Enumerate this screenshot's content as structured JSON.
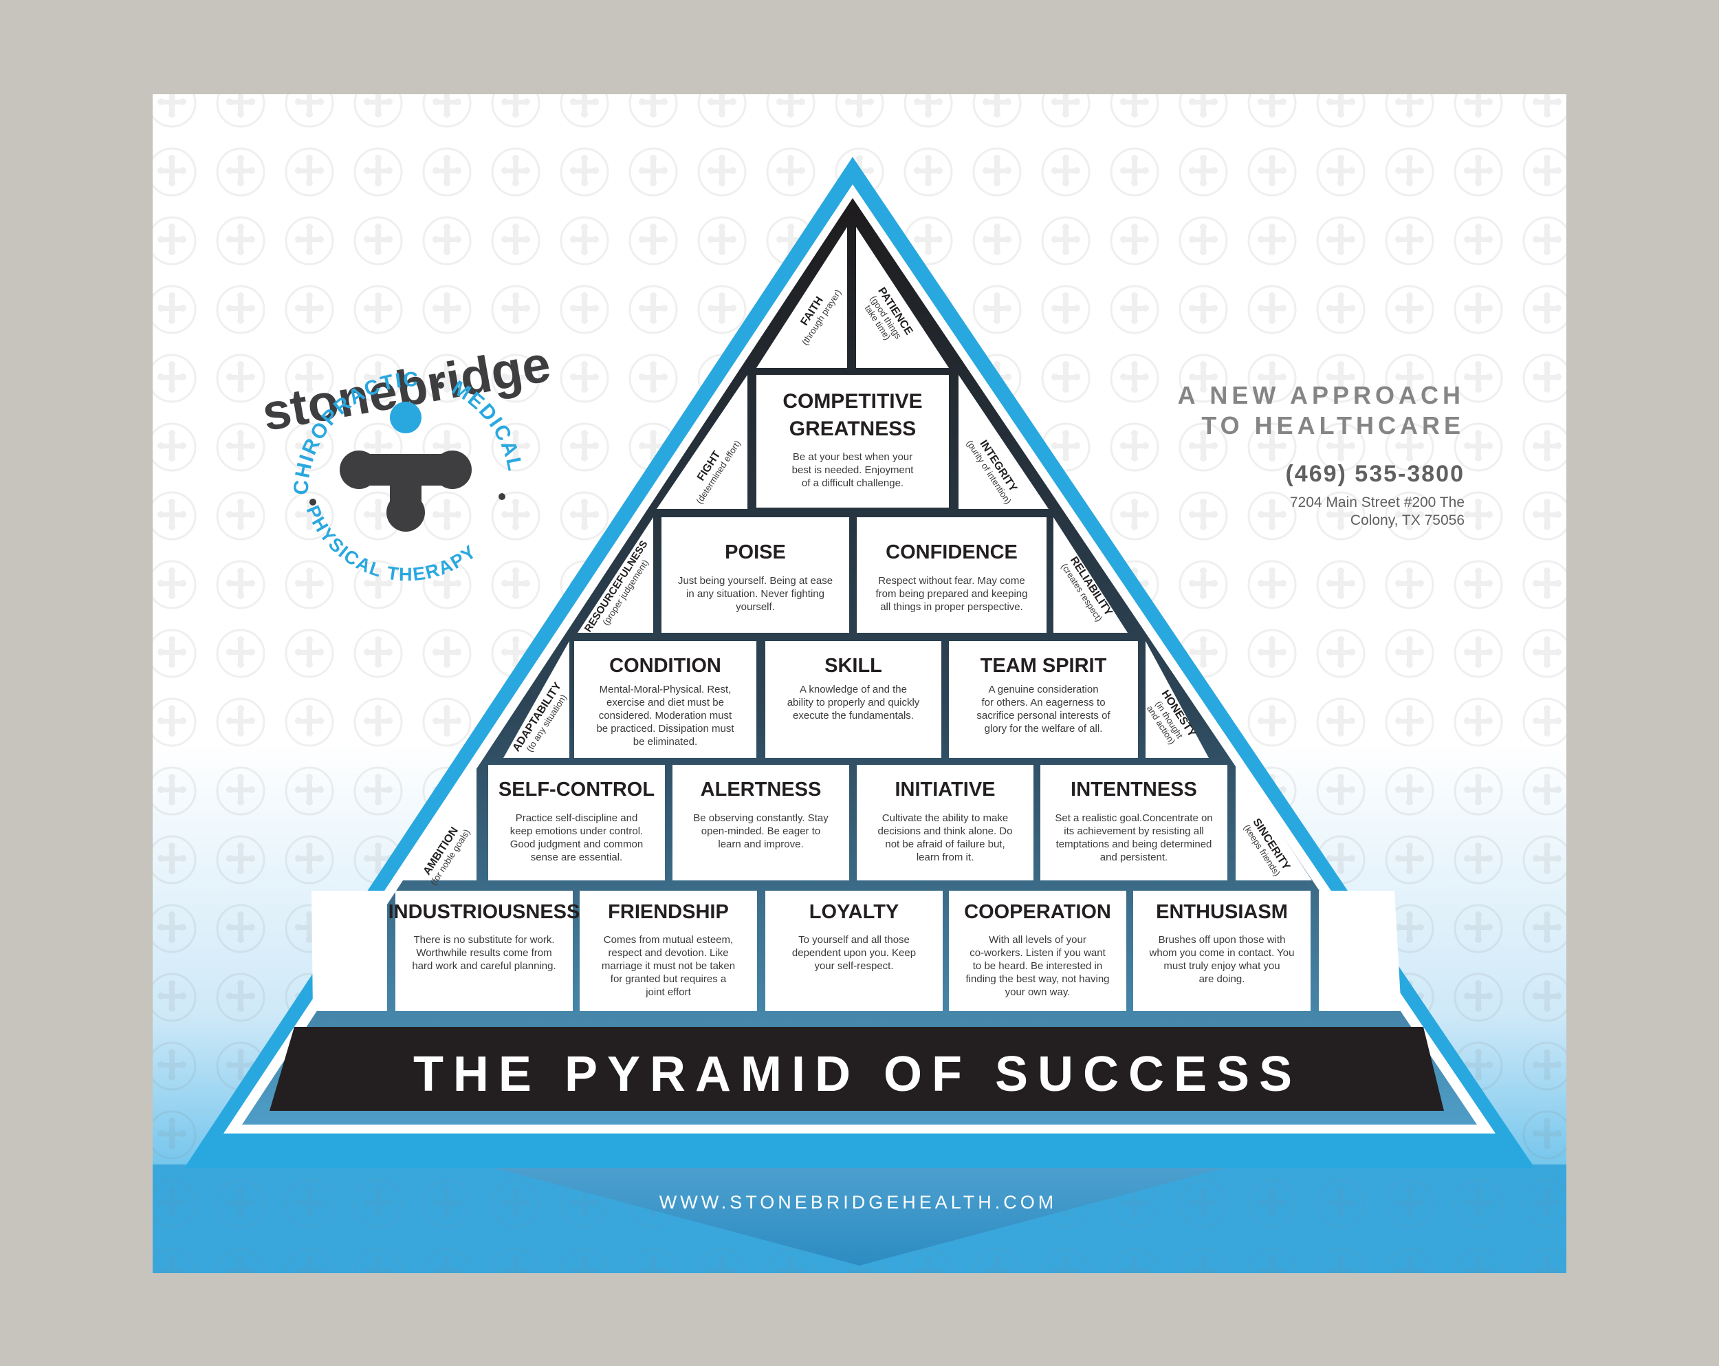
{
  "brand": {
    "name": "stonebridge",
    "ring_top": "CHIROPRACTIC",
    "ring_right": "MEDICAL",
    "ring_bottom": "PHYSICAL THERAPY",
    "watermark_word": "stonebridge"
  },
  "contact": {
    "tagline_1": "A NEW APPROACH",
    "tagline_2": "TO HEALTHCARE",
    "phone": "(469) 535-3800",
    "address_1": "7204 Main Street #200 The",
    "address_2": "Colony, TX 75056"
  },
  "pyramid": {
    "title": "THE PYRAMID OF SUCCESS",
    "row1": [
      {
        "title": "INDUSTRIOUSNESS",
        "desc": [
          "There is no substitute for work.",
          "Worthwhile results come from",
          "hard work and careful planning."
        ]
      },
      {
        "title": "FRIENDSHIP",
        "desc": [
          "Comes from mutual esteem,",
          "respect and devotion. Like",
          "marriage it must not be taken",
          "for granted but requires a",
          "joint effort"
        ]
      },
      {
        "title": "LOYALTY",
        "desc": [
          "To yourself and all those",
          "dependent upon you. Keep",
          "your self-respect."
        ]
      },
      {
        "title": "COOPERATION",
        "desc": [
          "With all levels of your",
          "co-workers. Listen if you want",
          "to be heard. Be interested in",
          "finding the best way, not having",
          "your own way."
        ]
      },
      {
        "title": "ENTHUSIASM",
        "desc": [
          "Brushes off upon those with",
          "whom you come in contact. You",
          "must truly enjoy what you",
          "are doing."
        ]
      }
    ],
    "row2": [
      {
        "title": "SELF-CONTROL",
        "desc": [
          "Practice self-discipline and",
          "keep emotions under control.",
          "Good judgment and common",
          "sense are essential."
        ]
      },
      {
        "title": "ALERTNESS",
        "desc": [
          "Be observing constantly. Stay",
          "open-minded. Be eager to",
          "learn and improve."
        ]
      },
      {
        "title": "INITIATIVE",
        "desc": [
          "Cultivate the ability to make",
          "decisions and think alone. Do",
          "not be afraid of failure but,",
          "learn from it."
        ]
      },
      {
        "title": "INTENTNESS",
        "desc": [
          "Set a realistic goal.Concentrate on",
          "its achievement by resisting all",
          "temptations and being determined",
          "and persistent."
        ]
      }
    ],
    "row3": [
      {
        "title": "CONDITION",
        "desc": [
          "Mental-Moral-Physical. Rest,",
          "exercise and diet must be",
          "considered. Moderation must",
          "be practiced. Dissipation must",
          "be eliminated."
        ]
      },
      {
        "title": "SKILL",
        "desc": [
          "A knowledge of and the",
          "ability to properly and quickly",
          "execute the fundamentals."
        ]
      },
      {
        "title": "TEAM SPIRIT",
        "desc": [
          "A genuine consideration",
          "for others. An eagerness to",
          "sacrifice personal interests of",
          "glory for the welfare of all."
        ]
      }
    ],
    "row4": [
      {
        "title": "POISE",
        "desc": [
          "Just being yourself. Being at ease",
          "in any situation. Never fighting",
          "yourself."
        ]
      },
      {
        "title": "CONFIDENCE",
        "desc": [
          "Respect without fear. May come",
          "from being prepared and keeping",
          "all things in proper perspective."
        ]
      }
    ],
    "row5": [
      {
        "title": "COMPETITIVE",
        "title2": "GREATNESS",
        "desc": [
          "Be at your best when your",
          "best is needed. Enjoyment",
          "of a difficult challenge."
        ]
      }
    ],
    "sides": {
      "ambition": {
        "title": "AMBITION",
        "sub": "(for noble goals)"
      },
      "sincerity": {
        "title": "SINCERITY",
        "sub": "(keeps friends)"
      },
      "adaptability": {
        "title": "ADAPTABILITY",
        "sub": "(to any situation)"
      },
      "honesty": {
        "title": "HONESTY",
        "sub1": "(in thought",
        "sub2": "and action)"
      },
      "resourcefulness": {
        "title": "RESOURCEFULNESS",
        "sub": "(proper judgement)"
      },
      "reliability": {
        "title": "RELIABILITY",
        "sub": "(creates respect)"
      },
      "fight": {
        "title": "FIGHT",
        "sub": "(determined effort)"
      },
      "integrity": {
        "title": "INTEGRITY",
        "sub": "(purity of intention)"
      },
      "faith": {
        "title": "FAITH",
        "sub": "(through prayer)"
      },
      "patience": {
        "title": "PATIENCE",
        "sub1": "(good things",
        "sub2": "take time)"
      }
    }
  },
  "footer": {
    "url": "WWW.STONEBRIDGEHEALTH.COM"
  },
  "colors": {
    "background": "#c6c4bc",
    "panel": "#ffffff",
    "accent_blue": "#29a8e0",
    "dark_band": "#231f20",
    "pyramid_dark": "#2a3a46",
    "text_dark": "#231f20",
    "tagline_gray": "#858585",
    "logo_gray": "#3e3e40"
  }
}
